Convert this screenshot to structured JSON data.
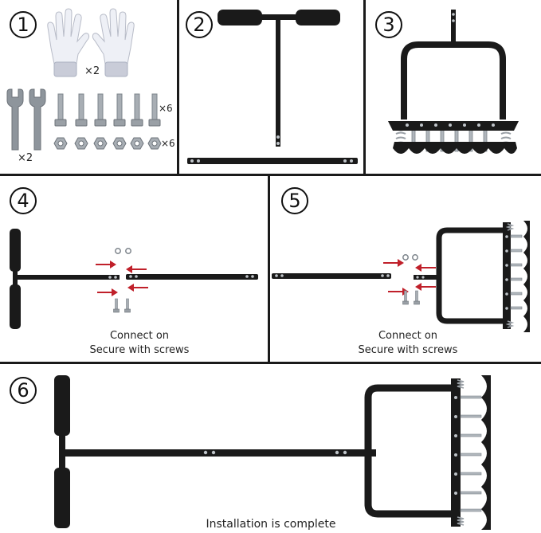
{
  "steps": [
    {
      "number": "1"
    },
    {
      "number": "2"
    },
    {
      "number": "3"
    },
    {
      "number": "4",
      "caption_line1": "Connect on",
      "caption_line2": "Secure with screws"
    },
    {
      "number": "5",
      "caption_line1": "Connect on",
      "caption_line2": "Secure with screws"
    },
    {
      "number": "6",
      "caption": "Installation is complete"
    }
  ],
  "parts": {
    "gloves_qty": "×2",
    "wrenches_qty": "×2",
    "bolts_qty": "×6",
    "nuts_qty": "×6"
  },
  "colors": {
    "frame": "#1a1a1a",
    "metal": "#9aa0a6",
    "arrow": "#c0202a",
    "glove": "#eef0f6",
    "cuff": "#c9ccd8"
  }
}
